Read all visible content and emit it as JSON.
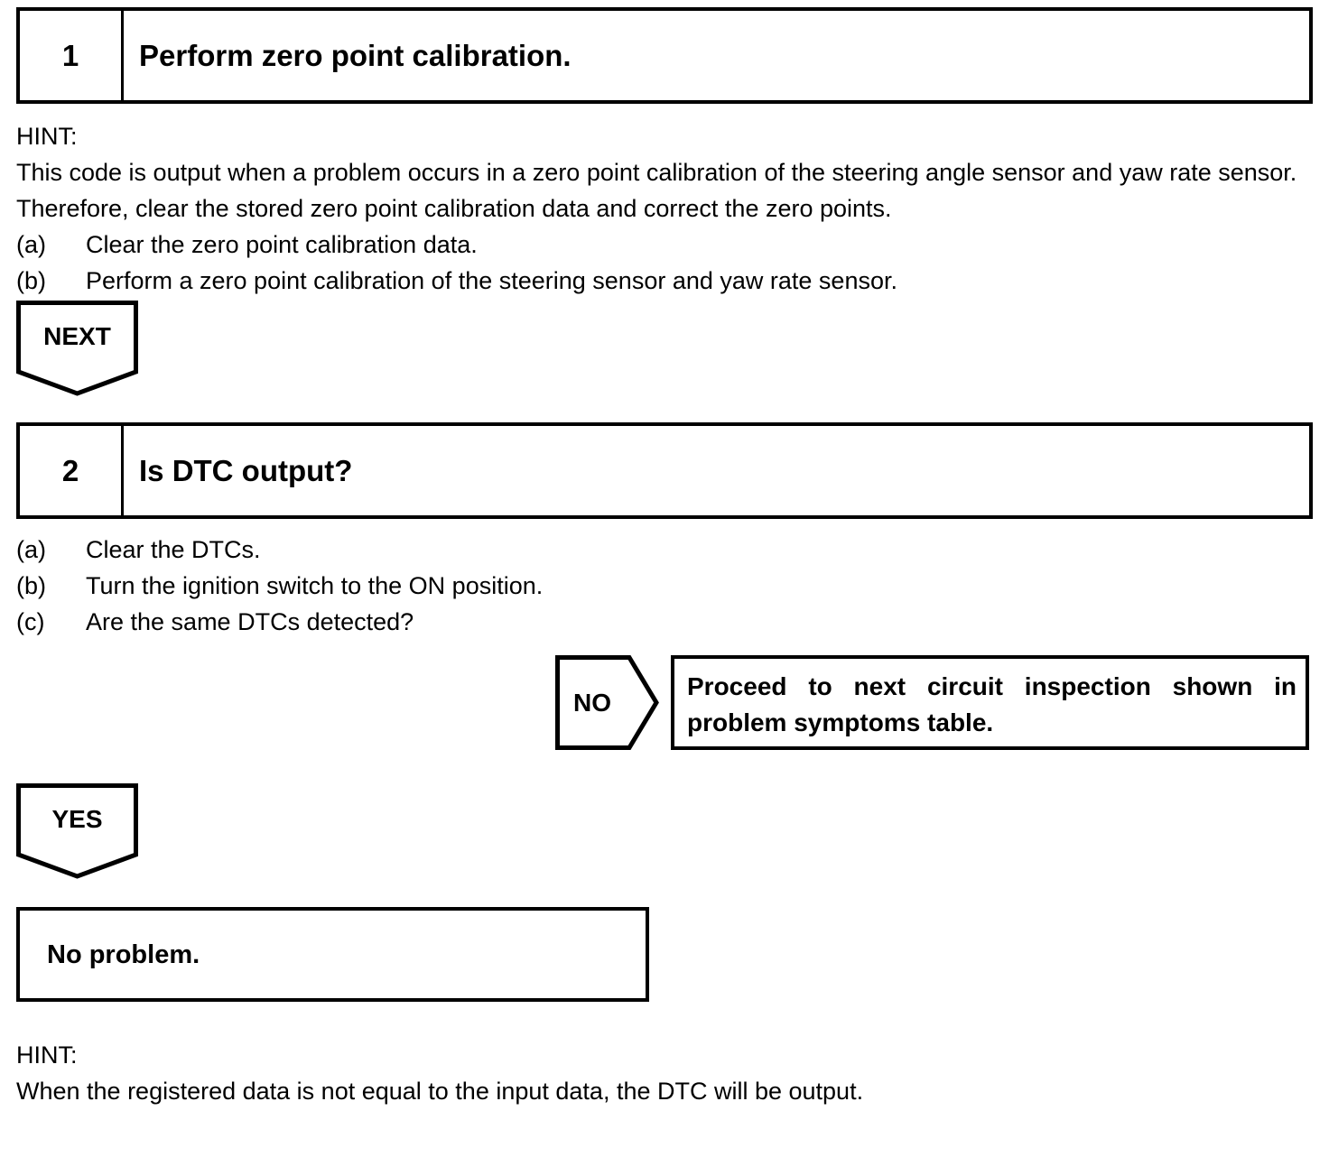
{
  "page": {
    "background": "#ffffff",
    "foreground": "#000000"
  },
  "steps": [
    {
      "number": "1",
      "title": "Perform zero point calibration.",
      "hint_label": "HINT:",
      "hint_lines": [
        "This code is output when a problem occurs in a zero point calibration of the steering angle sensor and yaw rate sensor.",
        "Therefore, clear the stored zero point calibration data and correct the zero points."
      ],
      "substeps": [
        {
          "marker": "(a)",
          "text": "Clear the zero point calibration data."
        },
        {
          "marker": "(b)",
          "text": "Perform a zero point calibration of the steering sensor and yaw rate sensor."
        }
      ],
      "connector_label": "NEXT"
    },
    {
      "number": "2",
      "title": "Is DTC output?",
      "substeps": [
        {
          "marker": "(a)",
          "text": "Clear the DTCs."
        },
        {
          "marker": "(b)",
          "text": "Turn the ignition switch to the ON position."
        },
        {
          "marker": "(c)",
          "text": "Are the same DTCs detected?"
        }
      ],
      "no_branch": {
        "label": "NO",
        "result": "Proceed to next circuit inspection shown in problem symptoms table."
      },
      "yes_branch": {
        "label": "YES"
      }
    }
  ],
  "result_box": {
    "text": "No problem."
  },
  "footer": {
    "hint_label": "HINT:",
    "hint_text": "When the registered data is not equal to the input data, the DTC will be output."
  }
}
